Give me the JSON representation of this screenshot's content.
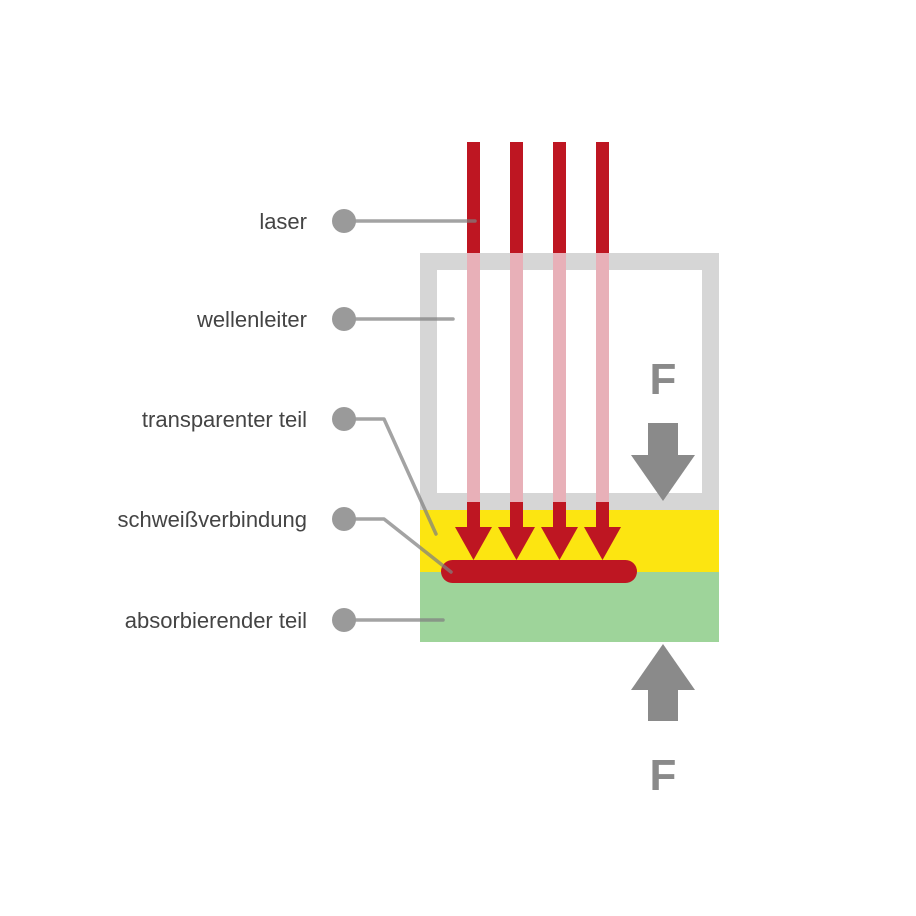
{
  "labels": {
    "laser": "laser",
    "wellenleiter": "wellenleiter",
    "transparenter_teil": "transparenter teil",
    "schweissverbindung": "schweißverbindung",
    "absorbierender_teil": "absorbierender teil"
  },
  "force": {
    "top": "F",
    "bottom": "F"
  },
  "colors": {
    "laser": "#be1622",
    "laser_inside": "#e8b0b8",
    "waveguide": "#d6d6d6",
    "transparent_part": "#fce511",
    "absorbing_part": "#9ed49a",
    "weld": "#be1622",
    "leader": "#9a9a9a",
    "dot": "#9a9a9a",
    "force_arrow": "#8a8a8a"
  }
}
